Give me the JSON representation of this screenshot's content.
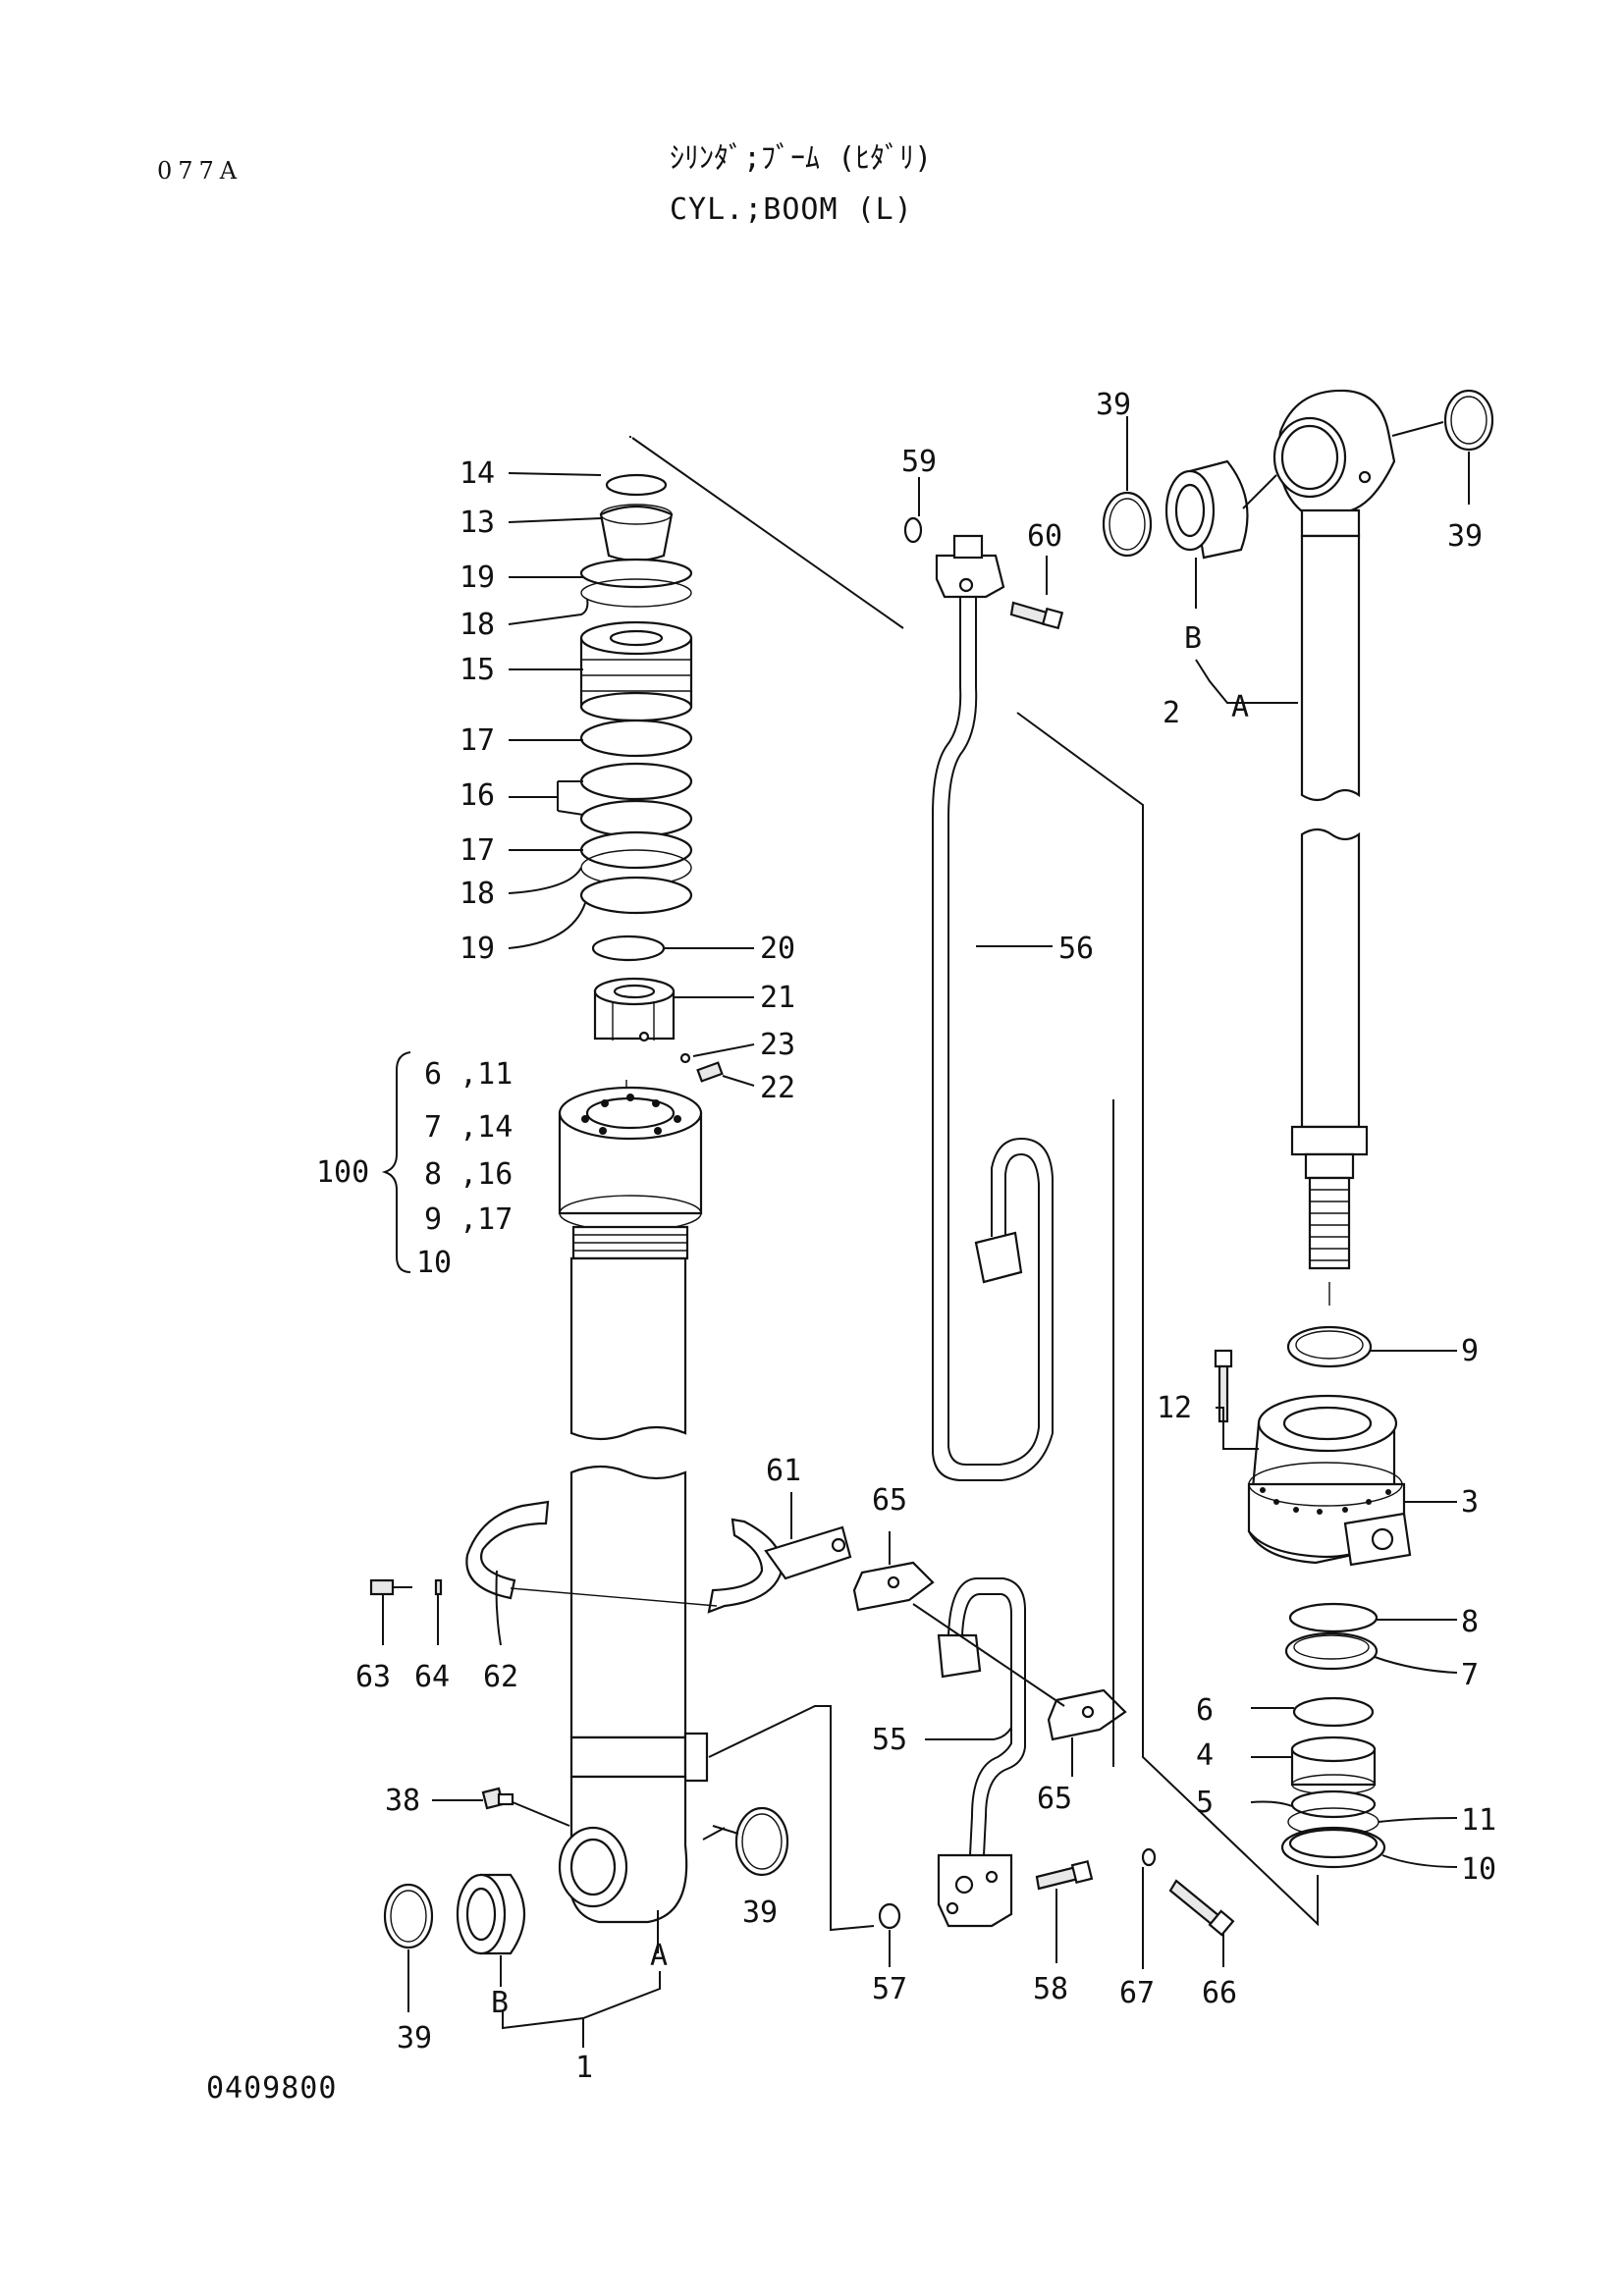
{
  "header": {
    "page_code": "077A",
    "title_jp": "ｼﾘﾝﾀﾞ;ﾌﾞｰﾑ (ﾋﾀﾞﾘ)",
    "title_en": "CYL.;BOOM (L)"
  },
  "footer": {
    "drawing_number": "0409800"
  },
  "labels": {
    "p14": "14",
    "p13": "13",
    "p19a": "19",
    "p18a": "18",
    "p15": "15",
    "p17a": "17",
    "p16": "16",
    "p17b": "17",
    "p18b": "18",
    "p19b": "19",
    "p20": "20",
    "p21": "21",
    "p23": "23",
    "p22": "22",
    "p59": "59",
    "p60": "60",
    "p56": "56",
    "p39a": "39",
    "p39b": "39",
    "pB_top": "B",
    "p2": "2",
    "pA_top": "A",
    "p9": "9",
    "p12": "12",
    "p3": "3",
    "p8": "8",
    "p7": "7",
    "p6": "6",
    "p4": "4",
    "p5": "5",
    "p11": "11",
    "p10": "10",
    "p61": "61",
    "p65a": "65",
    "p63": "63",
    "p64": "64",
    "p62": "62",
    "p55": "55",
    "p65b": "65",
    "p38": "38",
    "p39c": "39",
    "p39d": "39",
    "p57": "57",
    "p58": "58",
    "p67": "67",
    "p66": "66",
    "pB_bot": "B",
    "pA_bot": "A",
    "p1": "1"
  },
  "kit_100": {
    "label": "100",
    "rows": [
      "6 ,11",
      "7 ,14",
      "8 ,16",
      "9 ,17",
      "10"
    ]
  }
}
